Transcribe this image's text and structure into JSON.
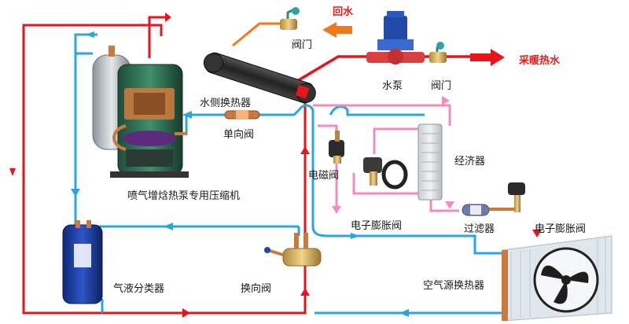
{
  "labels": {
    "return_water": "回水",
    "valve_top": "阀门",
    "heating_water": "采暖热水",
    "water_pump": "水泵",
    "valve_right": "阀门",
    "water_hx": "水侧换热器",
    "check_valve": "单向阀",
    "compressor": "喷气增焓热泵专用压缩机",
    "economizer": "经济器",
    "solenoid_valve": "电磁阀",
    "exv_center": "电子膨胀阀",
    "filter": "过滤器",
    "exv_right": "电子膨胀阀",
    "separator": "气液分类器",
    "reversing_valve": "换向阀",
    "air_hx": "空气源换热器"
  },
  "colors": {
    "red_pipe": "#e8141c",
    "blue_pipe": "#27a6e0",
    "pink_pipe": "#f28cc0",
    "orange_flow": "#f07a1a",
    "copper": "#c97a3c",
    "label_red": "#e11d1d"
  },
  "icons": {
    "flow_arrow": "arrow-icon",
    "valve": "valve-icon",
    "pump": "pump-icon",
    "fan": "fan-icon"
  }
}
